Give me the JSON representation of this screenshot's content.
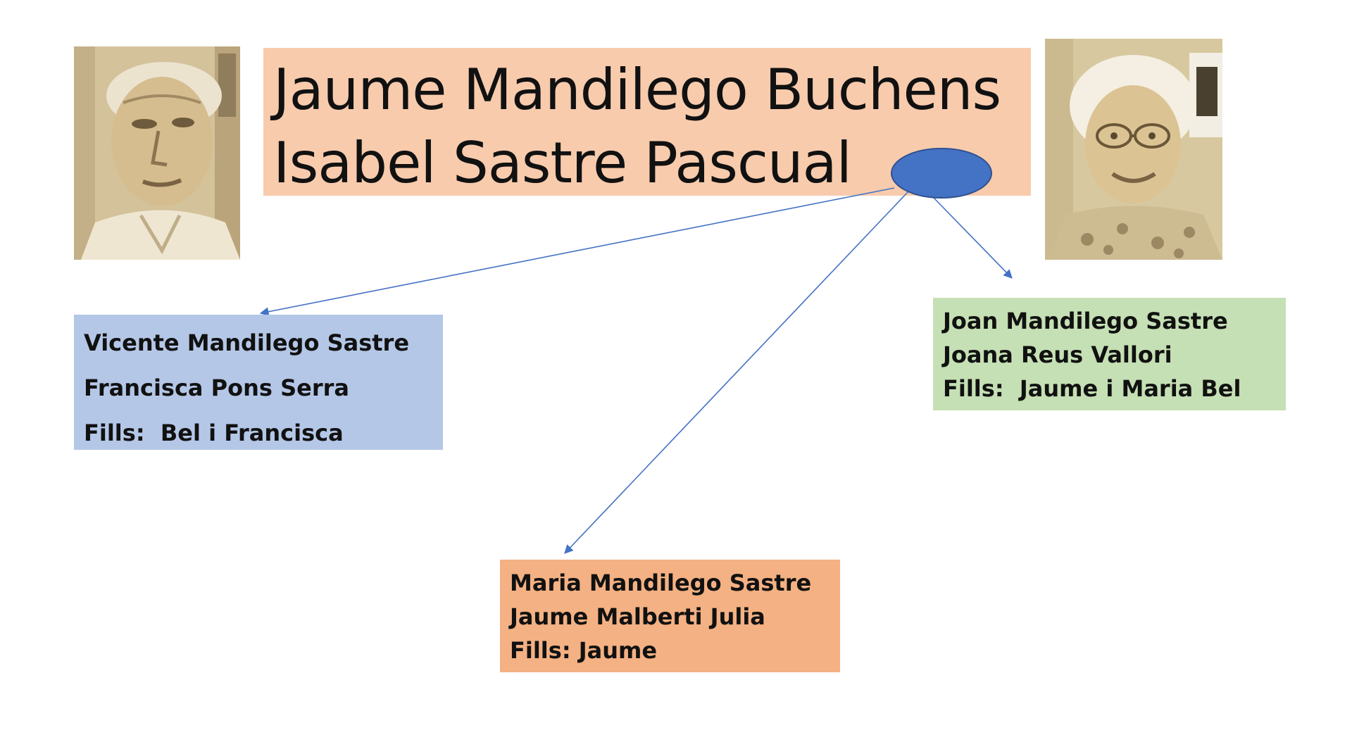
{
  "title": {
    "line1": "Jaume Mandilego Buchens",
    "line2": "Isabel Sastre Pascual"
  },
  "families": {
    "vicente": {
      "line1": "Vicente Mandilego Sastre",
      "line2": "Francisca Pons Serra",
      "line3": "Fills:  Bel i Francisca"
    },
    "joan": {
      "line1": "Joan Mandilego Sastre",
      "line2": "Joana Reus Vallori",
      "line3": "Fills:  Jaume i Maria Bel"
    },
    "maria": {
      "line1": "Maria Mandilego Sastre",
      "line2": "Jaume Malberti Julia",
      "line3": "Fills: Jaume"
    }
  },
  "colors": {
    "title_box": "#f8cbad",
    "vicente_box": "#b4c7e7",
    "joan_box": "#c5e0b4",
    "maria_box": "#f4b183",
    "node": "#4472c4",
    "connector": "#4472c4",
    "photo_sepia": "#d8c79e"
  }
}
